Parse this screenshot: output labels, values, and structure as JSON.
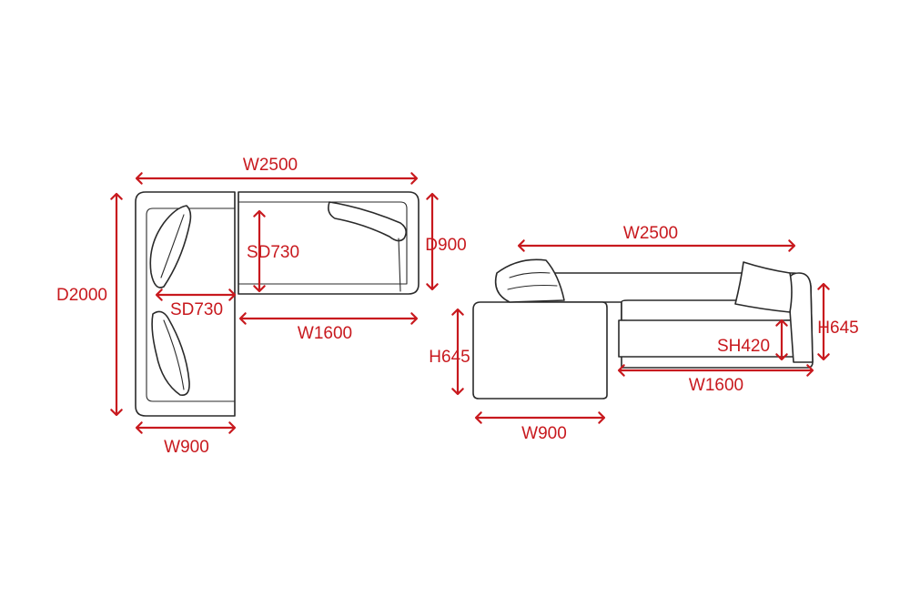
{
  "colors": {
    "dimension": "#c8191e",
    "outline": "#2a2a2a",
    "background": "#ffffff"
  },
  "plan_view": {
    "overall_width": "W2500",
    "overall_depth": "D2000",
    "right_depth": "D900",
    "right_seat_depth": "SD730",
    "left_seat_depth": "SD730",
    "right_width": "W1600",
    "left_width": "W900"
  },
  "front_view": {
    "overall_width": "W2500",
    "left_height": "H645",
    "right_height": "H645",
    "seat_height": "SH420",
    "right_width": "W1600",
    "left_width": "W900"
  }
}
